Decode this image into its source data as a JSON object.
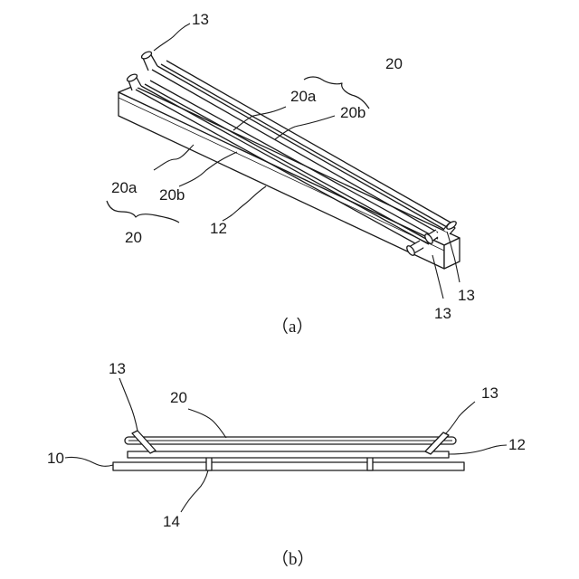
{
  "figure_a": {
    "caption": "（a）",
    "labels": {
      "label_13_top": "13",
      "label_20_top": "20",
      "label_20a_top": "20a",
      "label_20b_top": "20b",
      "label_20a_left": "20a",
      "label_20b_left": "20b",
      "label_20_left": "20",
      "label_12": "12",
      "label_13_right": "13",
      "label_13_bottom": "13"
    }
  },
  "figure_b": {
    "caption": "（b）",
    "labels": {
      "label_13_left": "13",
      "label_20": "20",
      "label_13_right": "13",
      "label_10": "10",
      "label_12": "12",
      "label_14": "14"
    }
  }
}
